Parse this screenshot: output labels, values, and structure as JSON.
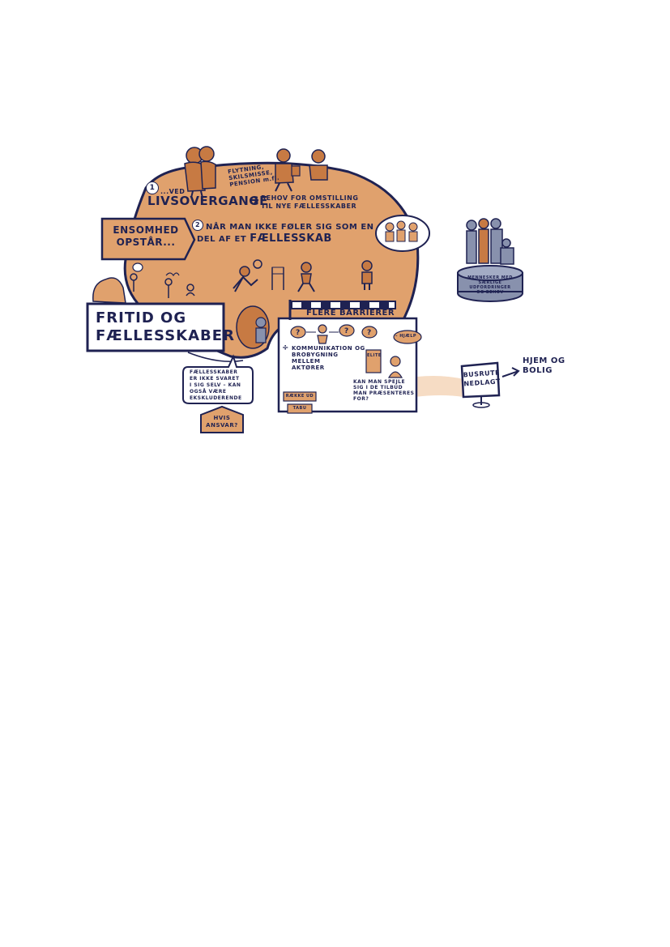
{
  "blob": {
    "item1_number": "1",
    "item1_prefix": "...VED",
    "item1_keyword": "LIVSOVERGANGE",
    "item1_result_line1": "BEHOV FOR OMSTILLING",
    "item1_result_line2": "TIL NYE FÆLLESSKABER",
    "item1_examples": [
      "FLYTNING,",
      "SKILSMISSE,",
      "PENSION m.fl."
    ],
    "item2_number": "2",
    "item2_line1": "NÅR MAN IKKE FØLER SIG SOM EN",
    "item2_line2_prefix": "DEL AF ET",
    "item2_line2_keyword": "FÆLLESSKAB"
  },
  "ensomhed_sign": {
    "line1": "ENSOMHED",
    "line2": "OPSTÅR..."
  },
  "main_title": {
    "line1": "FRITID OG",
    "line2": "FÆLLESSKABER"
  },
  "bubble_note": [
    "FÆLLESSKABER",
    "ER IKKE SVARET",
    "I SIG SELV – KAN",
    "OGSÅ VÆRE",
    "EKSKLUDERENDE"
  ],
  "hvis_sign": {
    "line1": "HVIS",
    "line2": "ANSVAR?"
  },
  "barrier_box": {
    "header": "FLERE BARRIERER",
    "list_marker": "÷",
    "list_lines": [
      "KOMMUNIKATION OG",
      "BROBYGNING",
      "MELLEM",
      "AKTØRER"
    ],
    "elite_label": "ELITE",
    "help_bubble": "– HJÆLP",
    "question_lines": [
      "KAN MAN SPEJLE",
      "SIG I DE TILBUD",
      "MAN PRÆSENTERES",
      "FOR?"
    ],
    "raekke_ud": "RÆKKE UD",
    "tabu": "TABU"
  },
  "statue_caption": [
    "MENNESKER MED",
    "SÆRLIGE UDFORDRINGER",
    "OG BEHOV"
  ],
  "bus_sign": {
    "line1": "BUSRUTE",
    "line2": "NEDLAGT"
  },
  "hjem": {
    "line1": "HJEM OG",
    "line2": "BOLIG"
  },
  "colors": {
    "ink": "#1f2252",
    "orange": "#e0a16d",
    "orange_dark": "#c77a43",
    "slate": "#8891ad",
    "pale": "#f6dcc4"
  }
}
